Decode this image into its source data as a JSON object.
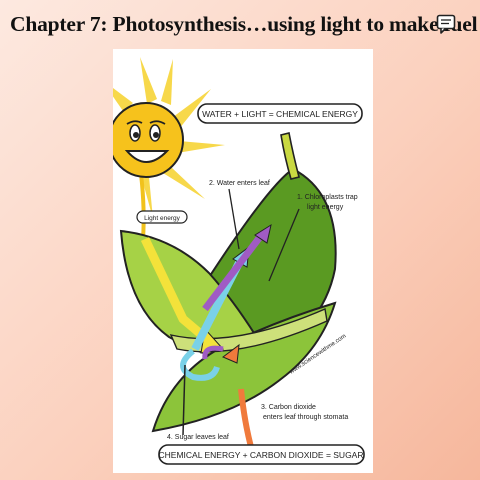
{
  "slide": {
    "title": "Chapter 7: Photosynthesis…using light to make fuel"
  },
  "diagram": {
    "top_equation": "WATER + LIGHT = CHEMICAL ENERGY",
    "bottom_equation": "CHEMICAL ENERGY + CARBON DIOXIDE = SUGAR",
    "label_light": "Light energy",
    "label_water": "2. Water enters leaf",
    "label_chloroplasts_1": "1. Chloroplasts trap",
    "label_chloroplasts_2": "light energy",
    "label_co2_1": "3. Carbon dioxide",
    "label_co2_2": "enters leaf through stomata",
    "label_sugar": "4. Sugar leaves leaf",
    "watermark": "www.sciencewithme.com"
  },
  "icons": {
    "speech": "speech-bubble-icon",
    "sun": "sun-icon"
  },
  "colors": {
    "leaf_light": "#9ccf3c",
    "leaf_dark": "#4a8c1c",
    "sun": "#f6c21c",
    "water_arrow": "#7ad1e8",
    "energy_arrow": "#a05bc4",
    "co2_arrow": "#f07a3c",
    "light_arrow": "#f3e23a"
  }
}
